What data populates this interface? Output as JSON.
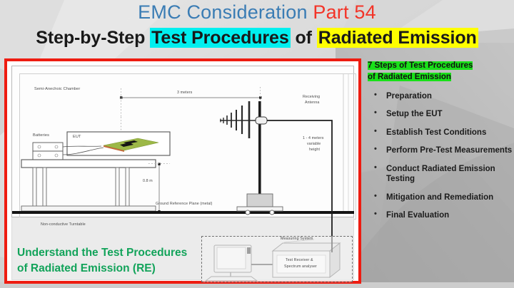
{
  "header": {
    "title_main": "EMC Consideration ",
    "title_part": "Part 54",
    "subtitle_a": "Step-by-Step ",
    "subtitle_b": "Test Procedures",
    "subtitle_c": " of ",
    "subtitle_d": "Radiated Emission",
    "colors": {
      "title_blue": "#3a7cb4",
      "title_red": "#f33428",
      "highlight_cyan": "#00efef",
      "highlight_yellow": "#ffff00"
    }
  },
  "diagram": {
    "frame_color": "#ee1c11",
    "labels": {
      "chamber": "Semi-Anechoic Chamber",
      "distance": "3 meters",
      "batteries": "Batteries",
      "eut": "EUT",
      "receiving_antenna_l1": "Receiving",
      "receiving_antenna_l2": "Antenna",
      "antenna_height_l1": "1 - 4 meters",
      "antenna_height_l2": "variable",
      "antenna_height_l3": "height",
      "table_height": "0.8 m",
      "ground_plane": "Ground Reference Plane (metal)",
      "turntable": "Non-conductive Turntable",
      "measuring_system": "Measuring System",
      "receiver_l1": "Test Receiver &",
      "receiver_l2": "Spectrum analyser"
    },
    "callout": {
      "line1": "Understand the Test Procedures",
      "line2": "of Radiated Emission (RE)",
      "color": "#12a35a"
    }
  },
  "sidebar": {
    "heading_line1": "7 Steps of  Test Procedures",
    "heading_line2": "of  Radiated Emission",
    "heading_highlight": "#19e019",
    "steps": [
      "Preparation",
      "Setup the EUT",
      "Establish Test Conditions",
      "Perform Pre-Test Measurements",
      "Conduct Radiated Emission Testing",
      "Mitigation and Remediation",
      "Final Evaluation"
    ]
  }
}
